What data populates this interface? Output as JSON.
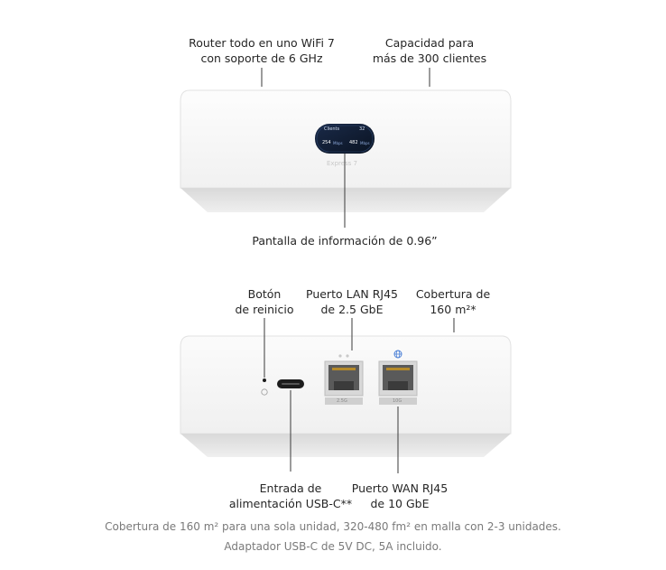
{
  "top_view": {
    "label_router": [
      "Router todo en uno WiFi 7",
      "con soporte de 6 GHz"
    ],
    "label_capacity": [
      "Capacidad para",
      "más de 300 clientes"
    ],
    "label_display": "Pantalla de información de 0.96”",
    "screen": {
      "title": "Clients",
      "count": "32",
      "down_value": "254",
      "down_unit": "Mbps",
      "up_value": "482",
      "up_unit": "Mbps"
    },
    "device_name": "Express 7"
  },
  "back_view": {
    "label_reset": [
      "Botón",
      "de reinicio"
    ],
    "label_lan": [
      "Puerto LAN RJ45",
      "de 2.5 GbE"
    ],
    "label_coverage": [
      "Cobertura de",
      "160 m²*"
    ],
    "label_power": [
      "Entrada de",
      "alimentación USB-C**"
    ],
    "label_wan": [
      "Puerto WAN RJ45",
      "de 10 GbE"
    ],
    "lan_port_tag": "2.5G",
    "wan_port_tag": "10G"
  },
  "footnotes": [
    "Cobertura de 160 m² para una sola unidad, 320-480 fm² en malla con 2-3 unidades.",
    "Adaptador USB-C de 5V DC, 5A incluido."
  ],
  "colors": {
    "device_body": "#f7f7f7",
    "device_base": "#e4e4e4",
    "screen_bg": "#0e1a2e",
    "screen_accent": "#5b8ddc",
    "leader_line": "#3a3a3a",
    "footnote_text": "#7a7a7a"
  }
}
